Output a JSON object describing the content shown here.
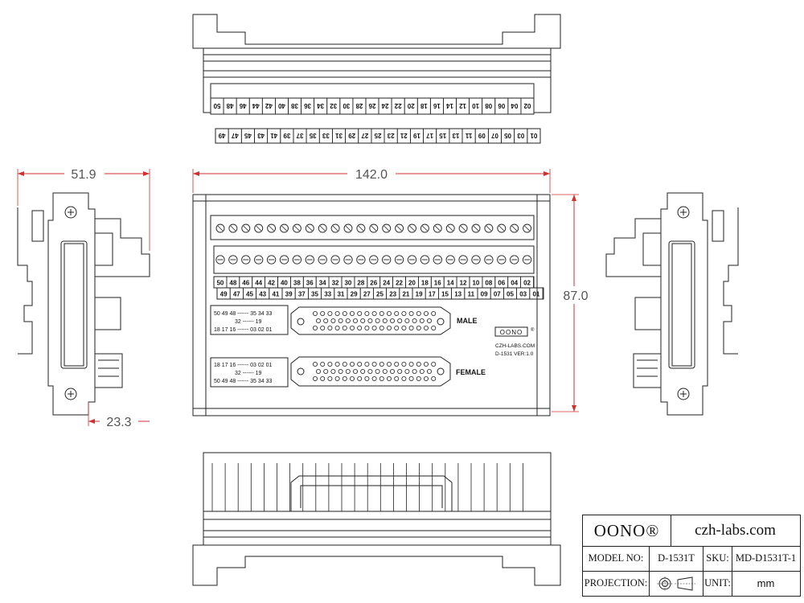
{
  "dimensions": {
    "width": "142.0",
    "height": "87.0",
    "depth": "51.9",
    "offset": "23.3"
  },
  "top_view": {
    "terminals_top": [
      "50",
      "48",
      "46",
      "44",
      "42",
      "40",
      "38",
      "36",
      "34",
      "32",
      "30",
      "28",
      "26",
      "24",
      "22",
      "20",
      "18",
      "16",
      "14",
      "12",
      "10",
      "08",
      "06",
      "04",
      "02"
    ],
    "terminals_bottom": [
      "49",
      "47",
      "45",
      "43",
      "41",
      "39",
      "37",
      "35",
      "33",
      "31",
      "29",
      "27",
      "25",
      "23",
      "21",
      "19",
      "17",
      "15",
      "13",
      "11",
      "09",
      "07",
      "05",
      "03",
      "01"
    ]
  },
  "front_view": {
    "terminals_top": [
      "50",
      "48",
      "46",
      "44",
      "42",
      "40",
      "38",
      "36",
      "34",
      "32",
      "30",
      "28",
      "26",
      "24",
      "22",
      "20",
      "18",
      "16",
      "14",
      "12",
      "10",
      "08",
      "06",
      "04",
      "02"
    ],
    "terminals_bottom": [
      "49",
      "47",
      "45",
      "43",
      "41",
      "39",
      "37",
      "35",
      "33",
      "31",
      "29",
      "27",
      "25",
      "23",
      "21",
      "19",
      "17",
      "15",
      "13",
      "11",
      "09",
      "07",
      "05",
      "03",
      "01"
    ],
    "male_pinout": [
      "50 49 48 ------ 35  34  33",
      "32 ------ 19",
      "18 17 16 ------ 03  02  01"
    ],
    "female_pinout": [
      "18 17 16 ------ 03  02  01",
      "32 ------ 19",
      "50 49 48 ------ 35  34  33"
    ],
    "male_label": "MALE",
    "female_label": "FEMALE",
    "logo": "OONO",
    "logo_mark": "®",
    "website": "CZH-LABS.COM",
    "version": "D-1531  VER:1.0"
  },
  "title_block": {
    "brand": "OONO®",
    "website": "czh-labs.com",
    "model_label": "MODEL NO:",
    "model_value": "D-1531T",
    "sku_label": "SKU:",
    "sku_value": "MD-D1531T-1",
    "projection_label": "PROJECTION:",
    "unit_label": "UNIT:",
    "unit_value": "mm"
  },
  "colors": {
    "line": "#222222",
    "dim": "#d03030",
    "dim_text": "#555555"
  }
}
